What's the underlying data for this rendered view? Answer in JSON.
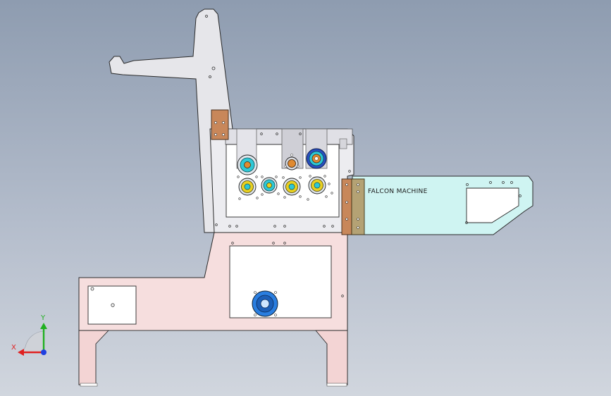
{
  "machine": {
    "label": "FALCON MACHINE"
  },
  "triad": {
    "x_label": "X",
    "y_label": "Y",
    "x_color": "#e02020",
    "y_color": "#20b020",
    "z_color": "#2040e0"
  },
  "colors": {
    "frame_arm": "#e6e6ea",
    "base": "#f6dede",
    "upper_panel": "#ececf0",
    "feed_table": "#cff4f2",
    "bracket": "#c8875a",
    "bracket_olive": "#b4a274",
    "roller_cyan": "#2ec8d6",
    "roller_yellow": "#e8d020",
    "roller_orange": "#e08a30",
    "motor_blue": "#2a7ee0"
  }
}
